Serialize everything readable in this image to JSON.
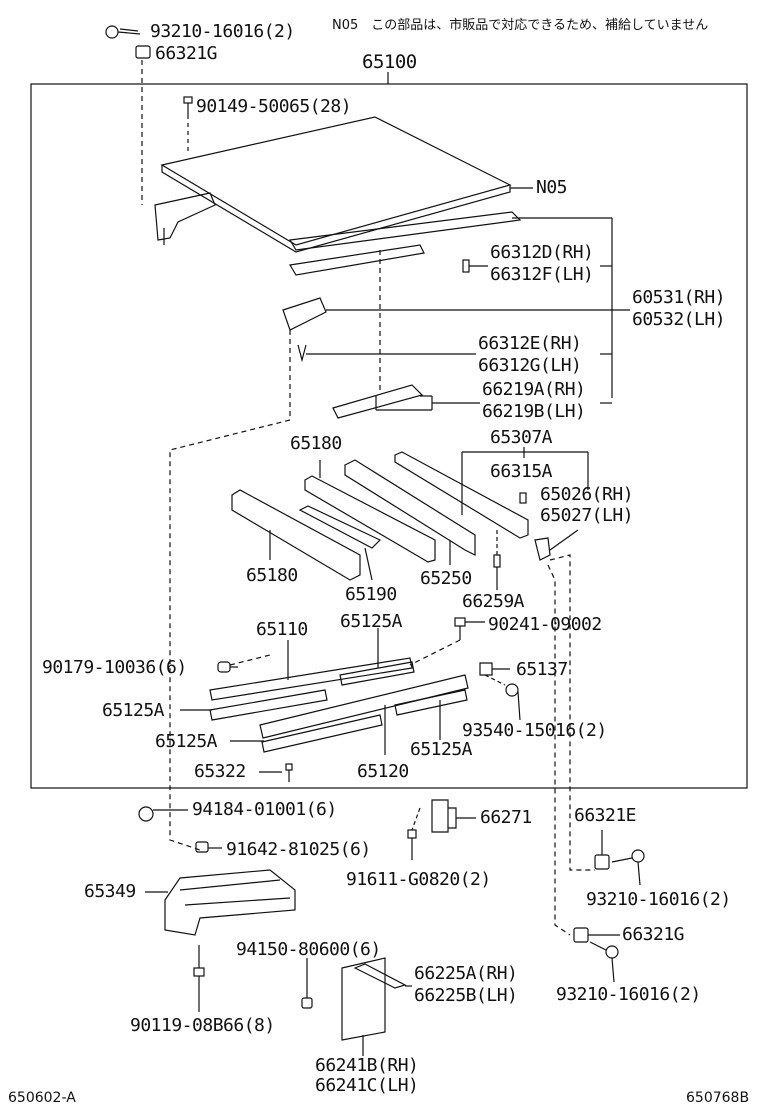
{
  "note": "N05　この部品は、市販品で対応できるため、補給していません",
  "assembly": "65100",
  "labels": {
    "p93210_16016_top": "93210-16016(2)",
    "p66321G_top": "66321G",
    "p90149": "90149-50065(28)",
    "pN05": "N05",
    "p66312D": "66312D(RH)",
    "p66312F": "66312F(LH)",
    "p60531": "60531(RH)",
    "p60532": "60532(LH)",
    "p66312E": "66312E(RH)",
    "p66312G": "66312G(LH)",
    "p66219A": "66219A(RH)",
    "p66219B": "66219B(LH)",
    "p65180_top": "65180",
    "p65307A": "65307A",
    "p66315A": "66315A",
    "p65026": "65026(RH)",
    "p65027": "65027(LH)",
    "p65180_left": "65180",
    "p65190": "65190",
    "p65250": "65250",
    "p66259A": "66259A",
    "p65110": "65110",
    "p65125A_top": "65125A",
    "p90241": "90241-09002",
    "p90179": "90179-10036(6)",
    "p65137": "65137",
    "p65125A_left1": "65125A",
    "p93540": "93540-15016(2)",
    "p65125A_left2": "65125A",
    "p65125A_right": "65125A",
    "p65322": "65322",
    "p65120": "65120",
    "p94184": "94184-01001(6)",
    "p66271": "66271",
    "p66321E": "66321E",
    "p91642": "91642-81025(6)",
    "p91611": "91611-G0820(2)",
    "p65349": "65349",
    "p93210_16016_mid": "93210-16016(2)",
    "p66321G_bot": "66321G",
    "p94150": "94150-80600(6)",
    "p66225A": "66225A(RH)",
    "p66225B": "66225B(LH)",
    "p93210_16016_bot": "93210-16016(2)",
    "p90119": "90119-08B66(8)",
    "p66241B": "66241B(RH)",
    "p66241C": "66241C(LH)"
  },
  "footer": {
    "left": "650602-A",
    "right": "650768B"
  }
}
